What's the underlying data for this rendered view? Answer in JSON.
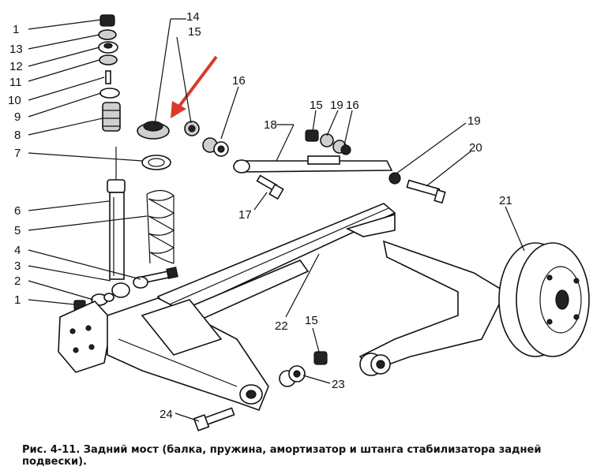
{
  "caption": "Рис. 4-11. Задний мост (балка, пружина, амортизатор и штанга стабилизатора задней подвески).",
  "callouts": [
    "1",
    "13",
    "12",
    "11",
    "10",
    "9",
    "8",
    "7",
    "6",
    "5",
    "4",
    "3",
    "2",
    "1",
    "14",
    "15",
    "16",
    "18",
    "15",
    "19",
    "16",
    "19",
    "20",
    "17",
    "21",
    "22",
    "15",
    "23",
    "24"
  ],
  "arrow_color": "#d93a2b"
}
